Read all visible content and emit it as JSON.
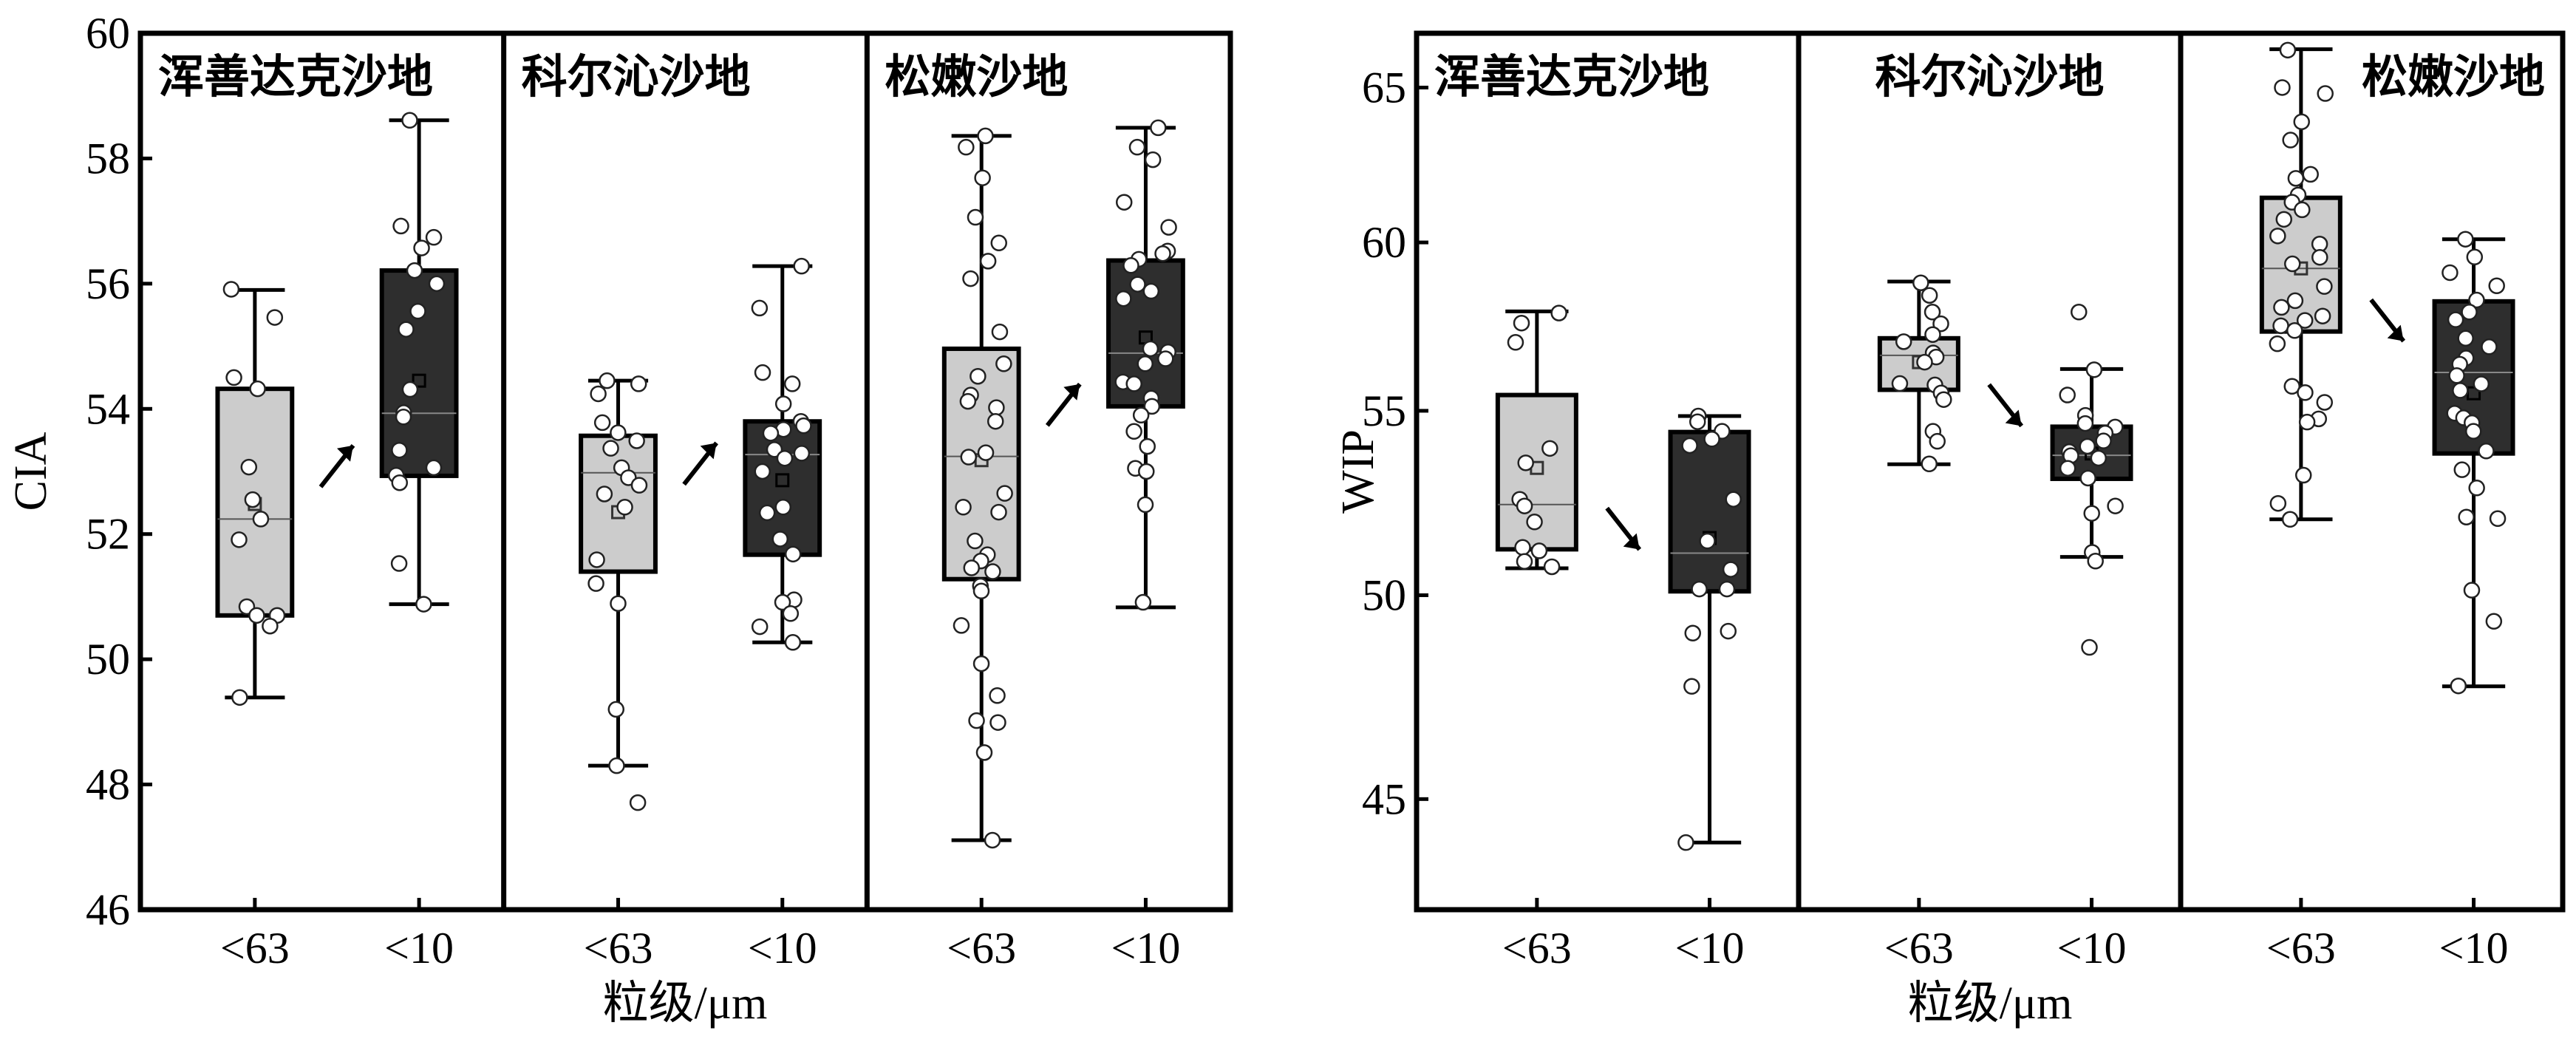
{
  "chart_data": [
    {
      "type": "box",
      "ylabel": "CIA",
      "xlabel": "粒级/μm",
      "yscale": "linear",
      "ylim": [
        46,
        60
      ],
      "yticks": [
        46,
        48,
        50,
        52,
        54,
        56,
        58,
        60
      ],
      "categories": [
        "<63",
        "<10"
      ],
      "trend_arrow": "up",
      "colors": {
        "<63": "#cccccc",
        "<10": "#2e2e2e"
      },
      "panels": [
        {
          "label": "浑善达克沙地",
          "label_align": "left",
          "boxes": [
            {
              "category": "<63",
              "whisker_high": 55.9,
              "q3": 54.32,
              "median": 52.24,
              "q1": 50.7,
              "whisker_low": 49.39,
              "mean": 52.48,
              "points": [
                55.91,
                55.46,
                54.5,
                54.32,
                53.07,
                52.55,
                52.24,
                51.91,
                50.84,
                50.7,
                50.7,
                50.53,
                49.39
              ]
            },
            {
              "category": "<10",
              "whisker_high": 58.61,
              "q3": 56.21,
              "median": 53.93,
              "q1": 52.93,
              "whisker_low": 50.88,
              "mean": 54.45,
              "points": [
                58.61,
                56.92,
                56.74,
                56.57,
                56.21,
                56.0,
                55.56,
                55.27,
                54.31,
                53.94,
                53.87,
                53.34,
                53.06,
                52.94,
                52.82,
                51.53,
                50.88
              ]
            }
          ]
        },
        {
          "label": "科尔沁沙地",
          "label_align": "left",
          "boxes": [
            {
              "category": "<63",
              "whisker_high": 54.45,
              "q3": 53.57,
              "median": 52.98,
              "q1": 51.4,
              "whisker_low": 48.3,
              "mean": 52.35,
              "points": [
                54.45,
                54.4,
                54.24,
                53.78,
                53.62,
                53.49,
                53.37,
                53.06,
                52.9,
                52.78,
                52.64,
                52.43,
                51.59,
                51.21,
                50.89,
                49.2,
                48.3,
                47.71
              ]
            },
            {
              "category": "<10",
              "whisker_high": 56.28,
              "q3": 53.8,
              "median": 53.27,
              "q1": 51.67,
              "whisker_low": 50.27,
              "mean": 52.86,
              "points": [
                56.28,
                55.61,
                54.58,
                54.4,
                54.08,
                53.8,
                53.73,
                53.67,
                53.61,
                53.35,
                53.29,
                53.21,
                53.0,
                52.43,
                52.34,
                51.92,
                51.68,
                50.95,
                50.91,
                50.73,
                50.52,
                50.27
              ]
            }
          ]
        },
        {
          "label": "松嫩沙地",
          "label_align": "left",
          "boxes": [
            {
              "category": "<63",
              "whisker_high": 58.36,
              "q3": 54.96,
              "median": 53.24,
              "q1": 51.28,
              "whisker_low": 47.11,
              "mean": 53.18,
              "points": [
                58.36,
                58.18,
                57.69,
                57.06,
                56.65,
                56.36,
                56.08,
                55.23,
                54.72,
                54.52,
                54.22,
                54.12,
                54.02,
                53.8,
                53.3,
                53.23,
                52.65,
                52.43,
                52.35,
                51.89,
                51.67,
                51.57,
                51.46,
                51.4,
                51.17,
                51.09,
                50.54,
                49.93,
                49.42,
                49.02,
                48.99,
                48.51,
                47.11
              ]
            },
            {
              "category": "<10",
              "whisker_high": 58.49,
              "q3": 56.37,
              "median": 54.89,
              "q1": 54.04,
              "whisker_low": 50.83,
              "mean": 55.14,
              "points": [
                58.49,
                58.18,
                57.98,
                57.3,
                56.9,
                56.52,
                56.48,
                56.39,
                56.29,
                55.99,
                55.88,
                55.76,
                54.96,
                54.91,
                54.8,
                54.72,
                54.43,
                54.4,
                54.17,
                54.04,
                53.9,
                53.64,
                53.4,
                53.05,
                53.0,
                52.47,
                50.91
              ]
            }
          ]
        }
      ]
    },
    {
      "type": "box",
      "ylabel": "WIP",
      "xlabel": "粒级/μm",
      "yscale": "log",
      "ylim": [
        42.5,
        66.85
      ],
      "yticks": [
        45,
        50,
        55,
        60,
        65
      ],
      "categories": [
        "<63",
        "<10"
      ],
      "trend_arrow": "down",
      "colors": {
        "<63": "#cccccc",
        "<10": "#2e2e2e"
      },
      "panels": [
        {
          "label": "浑善达克沙地",
          "label_align": "left",
          "boxes": [
            {
              "category": "<63",
              "whisker_high": 57.9,
              "q3": 55.45,
              "median": 52.4,
              "q1": 51.2,
              "whisker_low": 50.7,
              "mean": 53.4,
              "points": [
                57.85,
                57.55,
                56.98,
                53.94,
                53.54,
                52.54,
                52.36,
                51.93,
                51.25,
                51.16,
                50.88,
                50.74
              ]
            },
            {
              "category": "<10",
              "whisker_high": 54.85,
              "q3": 54.4,
              "median": 51.1,
              "q1": 50.1,
              "whisker_low": 44.0,
              "mean": 51.5,
              "points": [
                54.85,
                54.69,
                54.42,
                54.2,
                54.02,
                52.54,
                51.42,
                50.67,
                50.16,
                50.16,
                49.08,
                49.03,
                47.7,
                44.0
              ]
            }
          ]
        },
        {
          "label": "科尔沁沙地",
          "label_align": "center",
          "boxes": [
            {
              "category": "<63",
              "whisker_high": 58.8,
              "q3": 57.1,
              "median": 56.6,
              "q1": 55.6,
              "whisker_low": 53.5,
              "mean": 56.4,
              "points": [
                58.76,
                58.38,
                57.88,
                57.53,
                57.21,
                57.0,
                56.67,
                56.55,
                56.4,
                55.78,
                55.74,
                55.51,
                55.32,
                54.42,
                54.14,
                53.51
              ]
            },
            {
              "category": "<10",
              "whisker_high": 56.2,
              "q3": 54.55,
              "median": 53.75,
              "q1": 53.1,
              "whisker_low": 51.0,
              "mean": 53.8,
              "points": [
                57.88,
                56.18,
                55.45,
                54.87,
                54.64,
                54.54,
                54.37,
                54.15,
                54.0,
                53.85,
                53.74,
                53.67,
                53.39,
                53.12,
                52.36,
                52.16,
                51.12,
                50.89,
                48.67
              ]
            }
          ]
        },
        {
          "label": "松嫩沙地",
          "label_align": "right",
          "boxes": [
            {
              "category": "<63",
              "whisker_high": 66.3,
              "q3": 61.4,
              "median": 59.2,
              "q1": 57.3,
              "whisker_low": 52.0,
              "mean": 59.2,
              "points": [
                66.27,
                65.0,
                64.8,
                63.86,
                63.26,
                62.15,
                62.02,
                61.49,
                61.26,
                61.02,
                60.72,
                60.2,
                59.95,
                59.54,
                59.34,
                58.65,
                58.22,
                58.02,
                57.76,
                57.63,
                57.47,
                57.33,
                56.94,
                55.7,
                55.52,
                55.24,
                54.77,
                54.68,
                53.2,
                52.43,
                52.0
              ]
            },
            {
              "category": "<10",
              "whisker_high": 60.1,
              "q3": 58.2,
              "median": 56.1,
              "q1": 53.8,
              "whisker_low": 47.7,
              "mean": 55.5,
              "points": [
                60.1,
                59.55,
                59.07,
                58.67,
                58.24,
                57.88,
                57.65,
                57.1,
                56.85,
                56.52,
                56.34,
                56.01,
                55.77,
                55.58,
                54.93,
                54.8,
                54.66,
                54.42,
                53.87,
                53.35,
                52.85,
                52.06,
                52.02,
                50.13,
                49.33,
                47.71
              ]
            }
          ]
        }
      ]
    }
  ]
}
